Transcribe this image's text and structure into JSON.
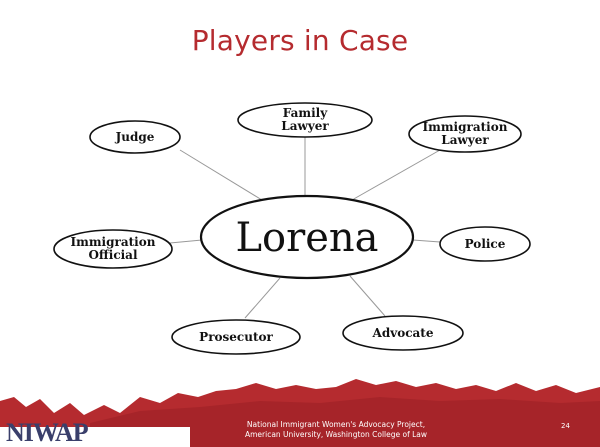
{
  "slide": {
    "title": "Players in Case",
    "center": "Lorena",
    "nodes": [
      {
        "id": "judge",
        "label": "Judge"
      },
      {
        "id": "family-lawyer",
        "label": "Family\nLawyer"
      },
      {
        "id": "immigration-lawyer",
        "label": "Immigration\nLawyer"
      },
      {
        "id": "police",
        "label": "Police"
      },
      {
        "id": "advocate",
        "label": "Advocate"
      },
      {
        "id": "prosecutor",
        "label": "Prosecutor"
      },
      {
        "id": "immigration-official",
        "label": "Immigration\nOfficial"
      }
    ]
  },
  "footer": {
    "logo": "NIWAP",
    "org_line1": "National Immigrant Women's Advocacy Project,",
    "org_line2": "American University, Washington College of Law",
    "page_number": "24"
  },
  "colors": {
    "title": "#b52b2f",
    "footer_band": "#b52b2f",
    "logo": "#3a3f6b"
  }
}
